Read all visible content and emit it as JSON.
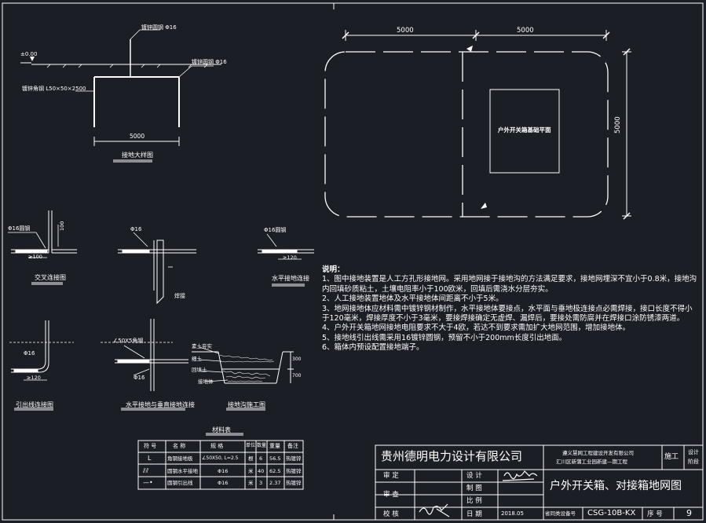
{
  "plan": {
    "dim_left": "5000",
    "dim_right": "5000",
    "dim_side": "5000",
    "box_label": "户外开关箱基础平面"
  },
  "section": {
    "leader_top": "镀锌圆钢 Φ16",
    "ground_mark": "±0.00",
    "rod_label": "镀锌圆钢 Φ16",
    "angle_label": "镀锌角钢 L50×50×2500",
    "span": "5000",
    "title": "接地大样图"
  },
  "details": {
    "d1_label": "Φ16圆钢",
    "d1_dim": "≥100",
    "d1_vdim": "100",
    "d1_title": "交叉连接图",
    "d2_label": "Φ16",
    "d2_note": "焊接",
    "d3_label": "Φ16圆钢",
    "d3_dim": "≥120",
    "d3_title": "水平接地连接",
    "d4_dim": "≥120",
    "d4_label": "Φ16",
    "d4_title": "引出线连接图",
    "d5_label": "∠50X5角钢",
    "d5_rod": "Φ16",
    "d5_title": "水平接地与垂直接地连接",
    "d6_l1": "素土夯实",
    "d6_l2": "细土",
    "d6_l3": "回填土",
    "d6_l4": "接地体",
    "d6_dim1": "300",
    "d6_dim2": "700",
    "d6_title": "接地沟施工图"
  },
  "notes": {
    "title": "说明：",
    "items": [
      "1、图中接地装置是人工方孔形接地网。采用地网接于接地沟的方法满足要求，接地网埋深不宜小于0.8米，接地沟内回填砂质粘土，土壤电阻率小于100欧米，回填后需浇水分层夯实。",
      "2、人工接地装置地体及水平接地体间距离不小于5米。",
      "3、地网接地体应材料需中镀锌钢材制作，水平接地体要接点，水平面与垂地极连接点必需焊接，接口长度不得小于120毫米，焊接厚度不小于3毫米，要接焊接确定无虚焊、漏焊后，要接处需防腐并在焊接口涂防锈漆两道。",
      "4、户外开关箱地网接地电阻要求不大于4欧，若达不到要求需加扩大地网范围，增加接地体。",
      "5、接地线引出线需采用16镀锌圆钢，预留不小于200mm长度引出地面。",
      "6、箱体内预设配置接地端子。"
    ]
  },
  "materials": {
    "title": "材料表",
    "headers": [
      "符 号",
      "名 称",
      "规 格",
      "单位",
      "数量",
      "重量",
      "备注"
    ],
    "rows": [
      {
        "symbol": "L",
        "name": "角钢接地极",
        "spec": "∠50X50, L=2.5",
        "unit": "根",
        "qty": "6",
        "weight": "56.5",
        "note": "热镀锌"
      },
      {
        "symbol": "⫽⫽",
        "name": "圆钢水平接地",
        "spec": "Φ16",
        "unit": "米",
        "qty": "40",
        "weight": "62.5",
        "note": "热镀锌"
      },
      {
        "symbol": "—•",
        "name": "圆钢引出线",
        "spec": "Φ16",
        "unit": "米",
        "qty": "3",
        "weight": "2.37",
        "note": "热镀锌"
      }
    ]
  },
  "titleblock": {
    "company": "贵州德明电力设计有限公司",
    "client_line1": "遵义慧网工程建设开发有限公司",
    "client_line2": "汇川区新蒲工业园新建—期工程",
    "stage": "施工",
    "stage_small1": "设计",
    "stage_small2": "阶段",
    "drawing_title": "户外开关箱、对接箱地网图",
    "rows_left": [
      "审 定",
      "审 查",
      "校 核"
    ],
    "rows_mid": [
      "设 计",
      "制 图",
      "比 例",
      "日 期"
    ],
    "date": "2018.05",
    "cert_label": "省同类设备号",
    "drawing_no": "CSG-10B-KX",
    "sheet_label": "序 号",
    "sheet_no": "9"
  }
}
